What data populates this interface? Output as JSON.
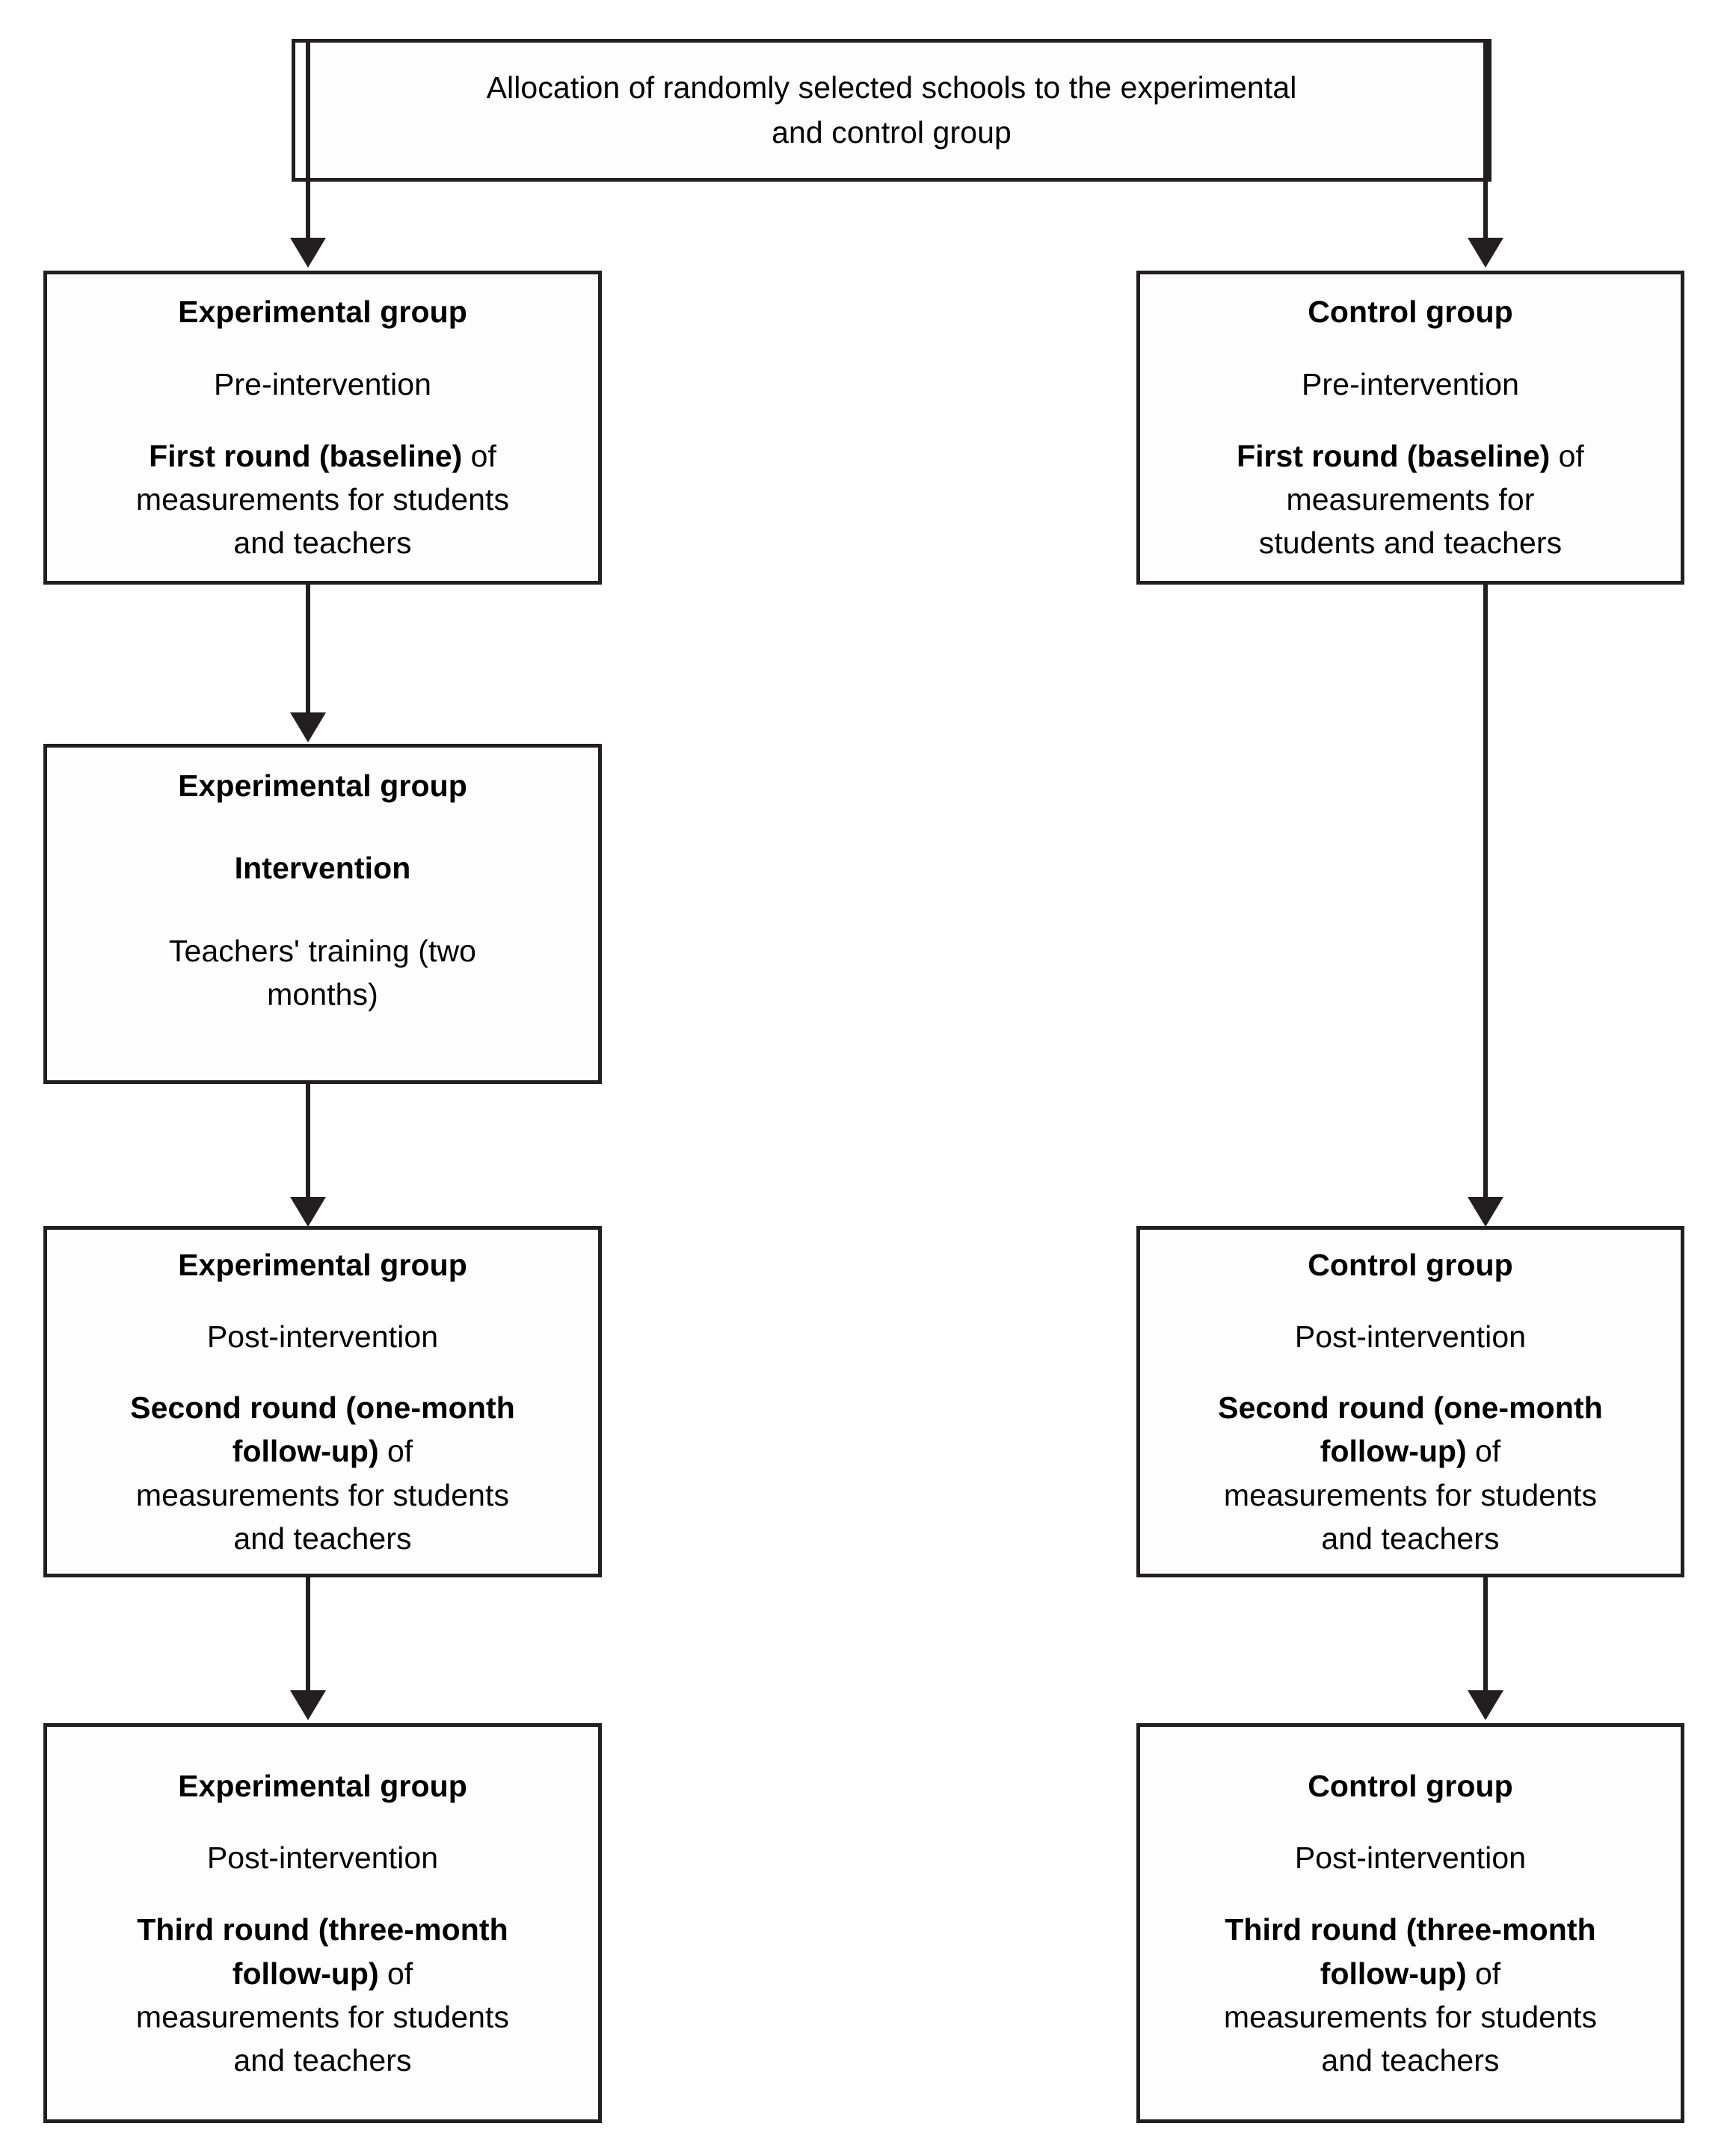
{
  "diagram": {
    "title_box": {
      "line1": "Allocation of randomly selected schools to the experimental",
      "line2": "and control group"
    },
    "experimental": {
      "baseline": {
        "group": "Experimental group",
        "phase": "Pre-intervention",
        "round_bold": "First round (baseline)",
        "round_rest": " of",
        "detail_line1": "measurements for students",
        "detail_line2": "and teachers"
      },
      "intervention": {
        "group": "Experimental group",
        "phase": "Intervention",
        "detail_line1": "Teachers' training (two",
        "detail_line2": "months)"
      },
      "second_round": {
        "group": "Experimental group",
        "phase": "Post-intervention",
        "round_bold_line1": "Second round (one-month",
        "round_bold_line2": "follow-up)",
        "round_rest": " of",
        "detail_line1": "measurements for students",
        "detail_line2": "and teachers"
      },
      "third_round": {
        "group": "Experimental group",
        "phase": "Post-intervention",
        "round_bold_line1": "Third round (three-month",
        "round_bold_line2": "follow-up)",
        "round_rest": " of",
        "detail_line1": "measurements for students",
        "detail_line2": "and teachers"
      }
    },
    "control": {
      "baseline": {
        "group": "Control group",
        "phase": "Pre-intervention",
        "round_bold": "First round (baseline)",
        "round_rest": " of",
        "detail_line1": "measurements for",
        "detail_line2": "students and teachers"
      },
      "second_round": {
        "group": "Control group",
        "phase": "Post-intervention",
        "round_bold_line1": "Second round (one-month",
        "round_bold_line2": "follow-up)",
        "round_rest": " of",
        "detail_line1": "measurements for students",
        "detail_line2": "and teachers"
      },
      "third_round": {
        "group": "Control group",
        "phase": "Post-intervention",
        "round_bold_line1": "Third round (three-month",
        "round_bold_line2": "follow-up)",
        "round_rest": " of",
        "detail_line1": "measurements for students",
        "detail_line2": "and teachers"
      }
    },
    "colors": {
      "stroke": "#231f20",
      "background": "#ffffff",
      "box_fill": "#fdfdfd"
    }
  }
}
